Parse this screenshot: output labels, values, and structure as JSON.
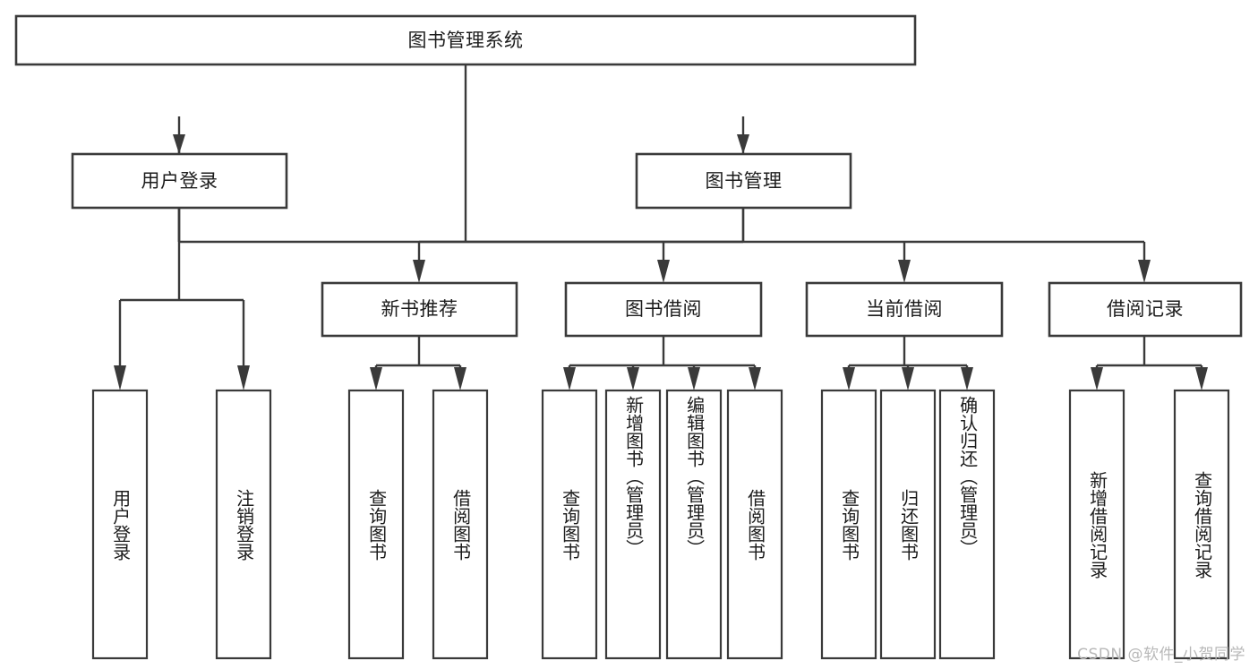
{
  "diagram": {
    "title": "图书管理系统",
    "watermark": "CSDN @软件_小贺同学",
    "colors": {
      "box_stroke": "#3a3a3a",
      "box_fill": "#ffffff",
      "text": "#1c1c1c",
      "connector": "#3a3a3a",
      "watermark": "#b8b8b8",
      "background": "#ffffff"
    },
    "root": {
      "label": "图书管理系统"
    },
    "level1": [
      {
        "label": "用户登录"
      },
      {
        "label": "图书管理"
      }
    ],
    "level2": [
      {
        "label": "新书推荐"
      },
      {
        "label": "图书借阅"
      },
      {
        "label": "当前借阅"
      },
      {
        "label": "借阅记录"
      }
    ],
    "leaves": {
      "user_login": [
        {
          "label": "用户登录"
        },
        {
          "label": "注销登录"
        }
      ],
      "new_book_recommend": [
        {
          "label": "查询图书"
        },
        {
          "label": "借阅图书"
        }
      ],
      "book_borrow": [
        {
          "label": "查询图书"
        },
        {
          "label": "新增图书（管理员）"
        },
        {
          "label": "编辑图书（管理员）"
        },
        {
          "label": "借阅图书"
        }
      ],
      "current_borrow": [
        {
          "label": "查询图书"
        },
        {
          "label": "归还图书"
        },
        {
          "label": "确认归还（管理员）"
        }
      ],
      "borrow_records": [
        {
          "label": "新增借阅记录"
        },
        {
          "label": "查询借阅记录"
        }
      ]
    }
  }
}
